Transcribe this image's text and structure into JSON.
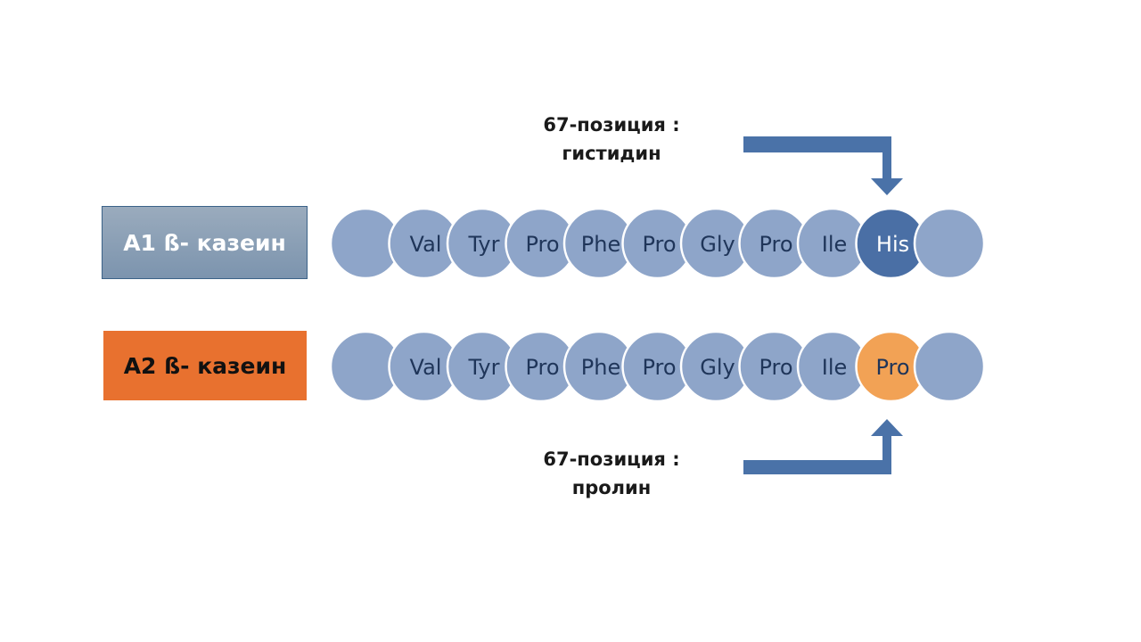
{
  "colors": {
    "residue_fill": "#8ea5c9",
    "residue_overlap": "#6d8bb8",
    "residue_text": "#1f3559",
    "his_fill": "#4a6fa5",
    "his_text": "#ffffff",
    "pro_highlight_fill": "#f2a255",
    "pro_highlight_text": "#1f3559",
    "arrow": "#4a72a8"
  },
  "variants": [
    {
      "label": "A1 ß- казеин",
      "residues": [
        "",
        "Val",
        "Tyr",
        "Pro",
        "Phe",
        "Pro",
        "Gly",
        "Pro",
        "Ile",
        "His",
        ""
      ],
      "highlight_index": 9,
      "highlight_kind": "his"
    },
    {
      "label": "A2 ß- казеин",
      "residues": [
        "",
        "Val",
        "Tyr",
        "Pro",
        "Phe",
        "Pro",
        "Gly",
        "Pro",
        "Ile",
        "Pro",
        ""
      ],
      "highlight_index": 9,
      "highlight_kind": "pro"
    }
  ],
  "annotations": {
    "top": {
      "line1": "67-позиция :",
      "line2": "гистидин"
    },
    "bottom": {
      "line1": "67-позиция :",
      "line2": "пролин"
    }
  }
}
